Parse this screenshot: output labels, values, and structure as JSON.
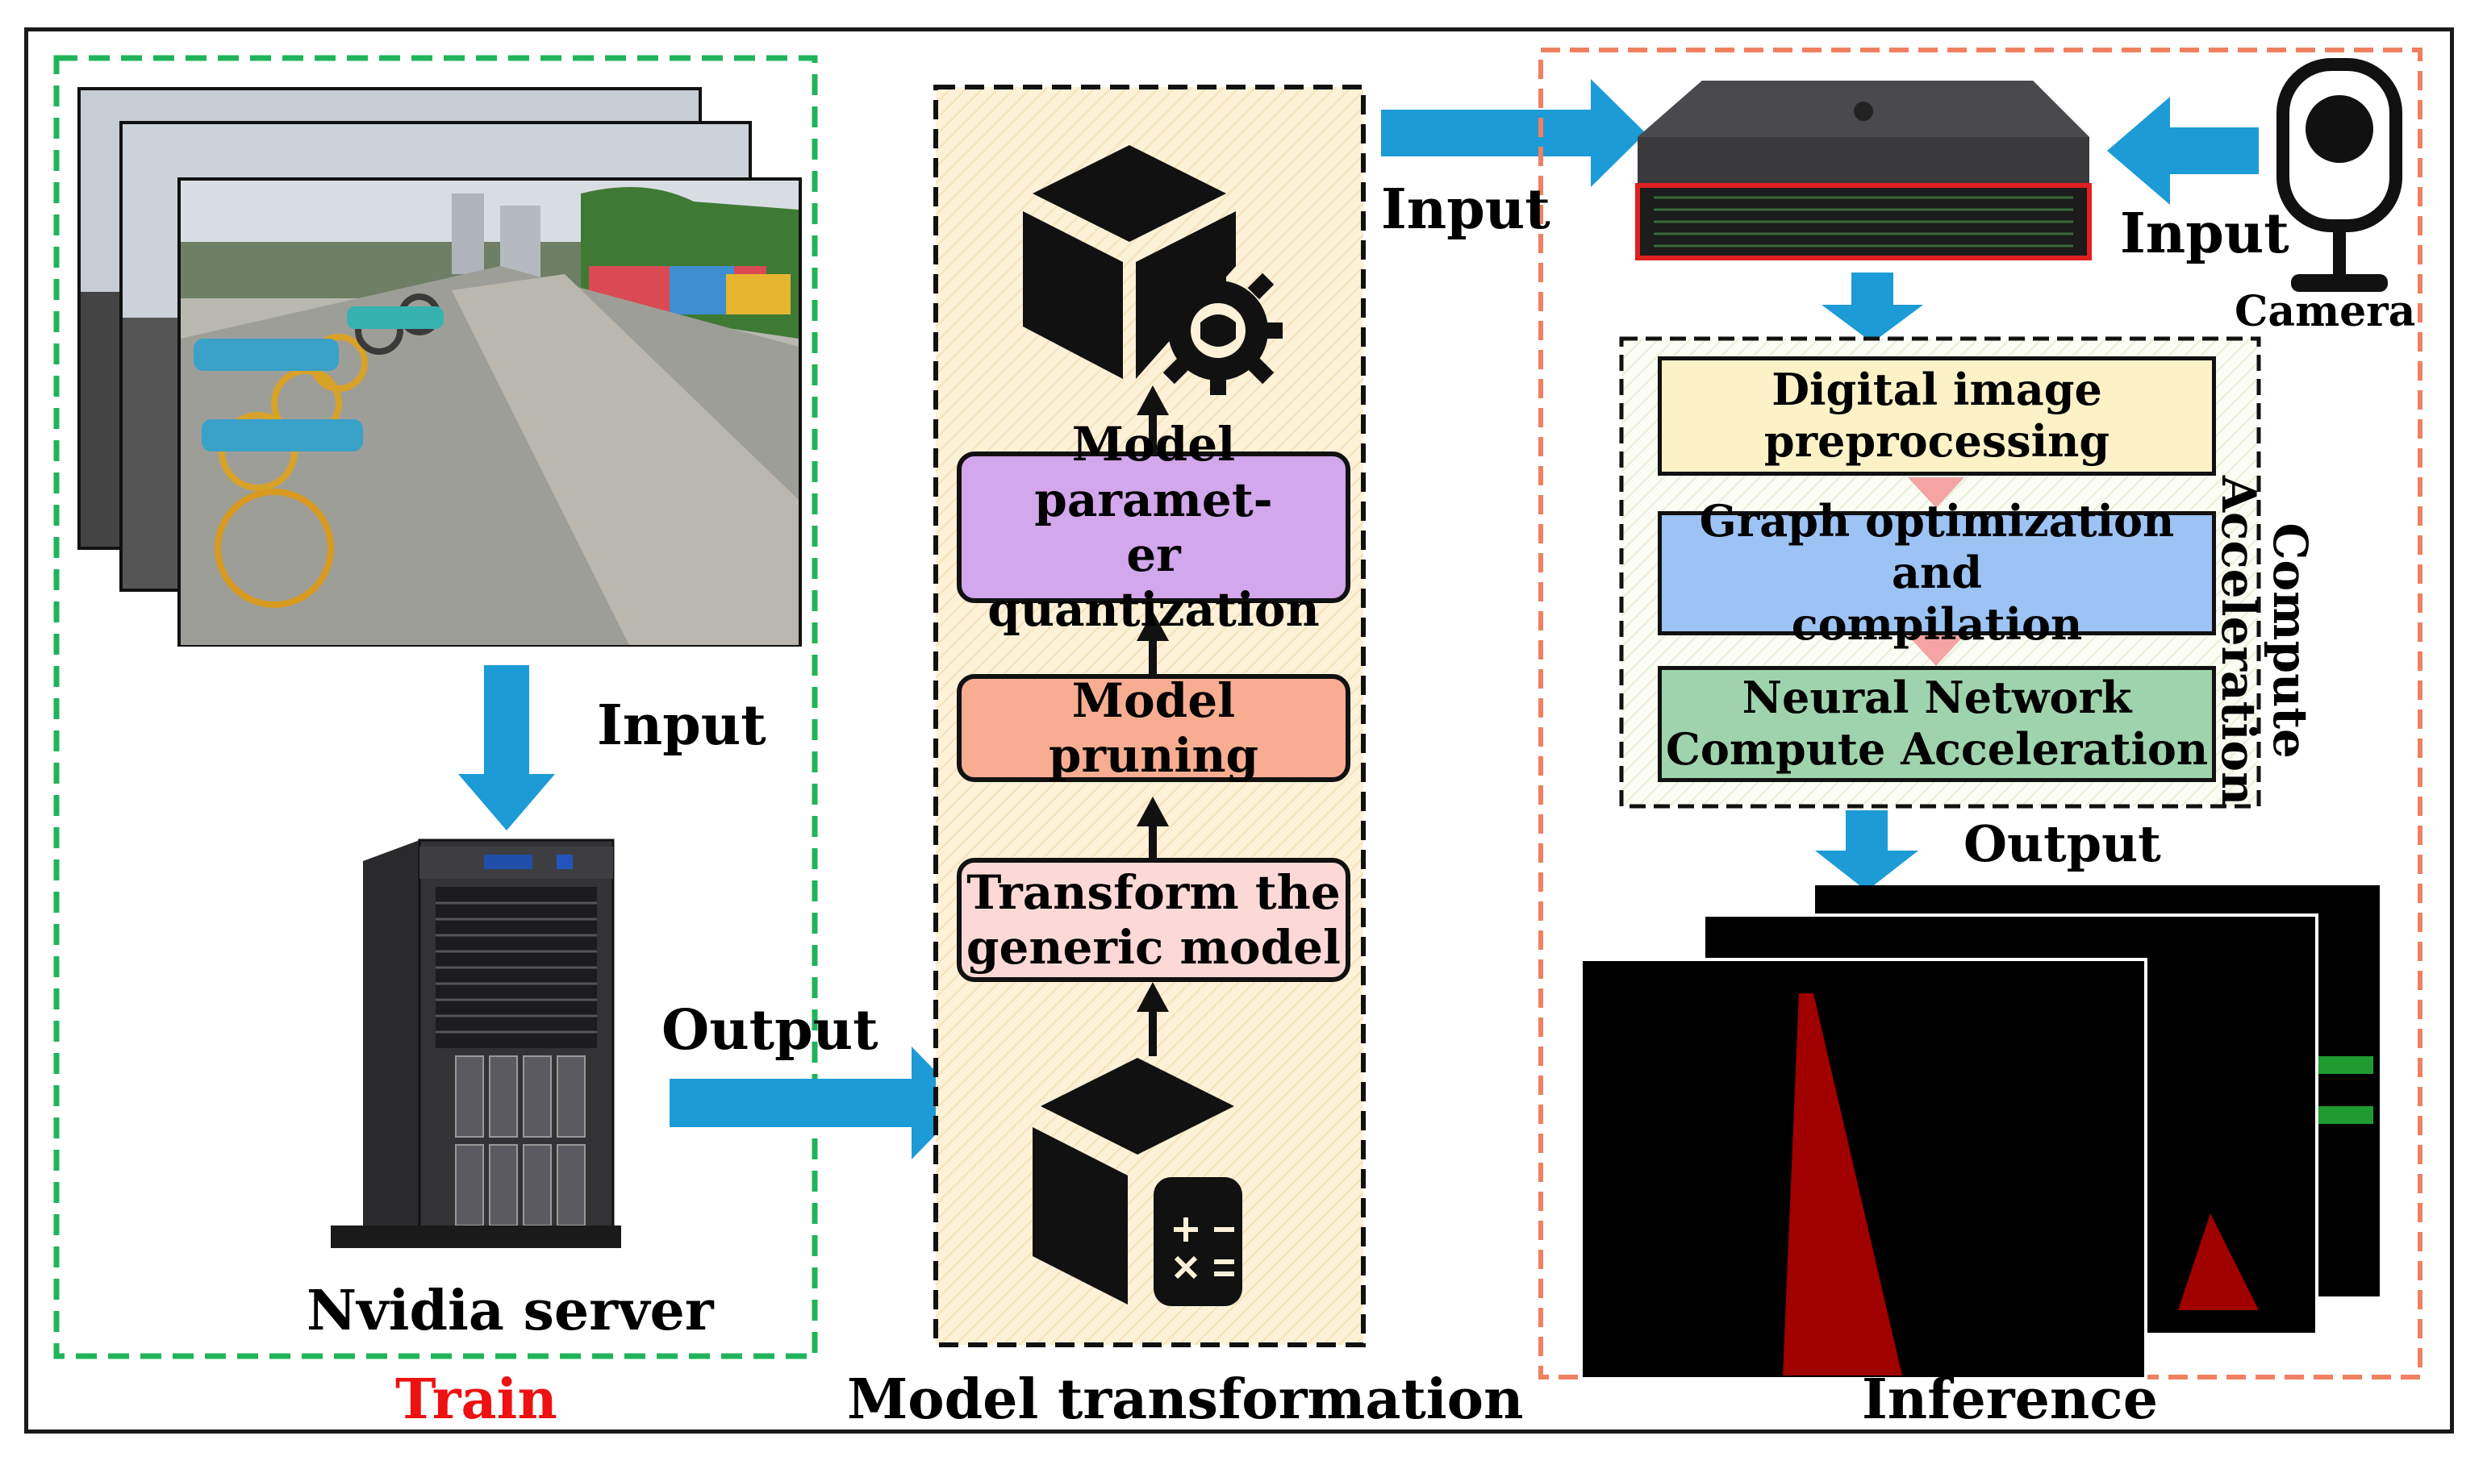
{
  "train": {
    "section_label": "Train",
    "input_label": "Input",
    "output_label": "Output",
    "server_label": "Nvidia server"
  },
  "transform": {
    "section_label": "Model transformation",
    "input_label": "Input",
    "steps": [
      "Transform the generic model",
      "Model pruning",
      "Model paramet-er quantization"
    ],
    "step_lines": [
      [
        "Transform the",
        "generic model"
      ],
      [
        "Model pruning"
      ],
      [
        "Model paramet-",
        "er quantization"
      ]
    ],
    "colors": {
      "bg": "#fdf1d8",
      "transform": "#fcd9d6",
      "pruning": "#f8ad92",
      "quant": "#d3a7ec"
    }
  },
  "inference": {
    "section_label": "Inference",
    "camera_input_label": "Input",
    "camera_label": "Camera",
    "output_label": "Output",
    "compute_label_lines": [
      "Compute",
      "Acceleration"
    ],
    "steps": [
      "Digital image preprocessing",
      "Graph optimization and compilation",
      "Neural Network Compute Acceleration"
    ],
    "step_lines": [
      [
        "Digital image",
        "preprocessing"
      ],
      [
        "Graph optimization and",
        "compilation"
      ],
      [
        "Neural Network",
        "Compute Acceleration"
      ]
    ],
    "colors": {
      "pre": "#fdf1c8",
      "graph": "#9cc3f4",
      "nn": "#9fd3ae"
    }
  },
  "colors": {
    "arrow": "#1c9bd6",
    "train_border": "#20b45a",
    "inference_border": "#f08060",
    "train_label": "#ee1111"
  }
}
